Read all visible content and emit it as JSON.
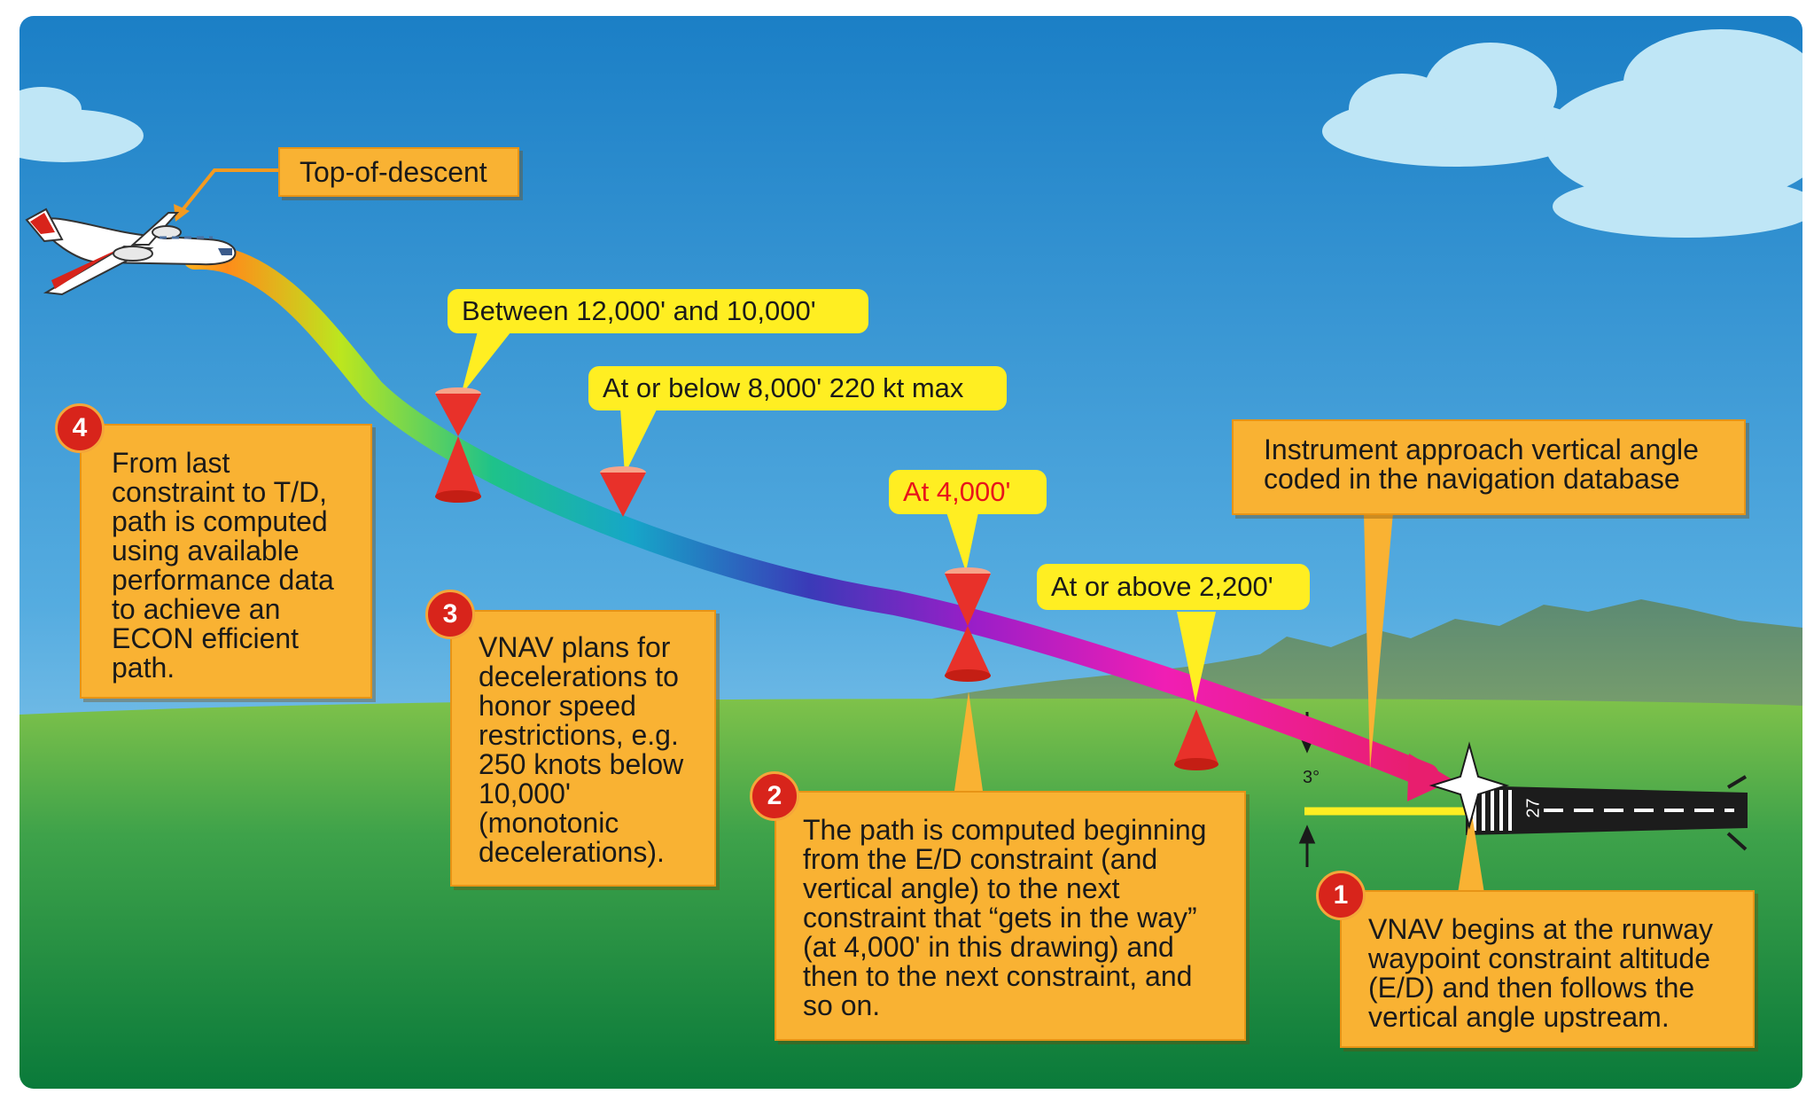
{
  "labels": {
    "top_of_descent": "Top-of-descent",
    "between": "Between 12,000' and 10,000'",
    "at_or_below": "At or below 8,000' 220 kt max",
    "at_4000": "At 4,000'",
    "at_or_above": "At or above 2,200'",
    "instrument_angle": [
      "Instrument approach vertical angle",
      "coded in the navigation database"
    ],
    "angle_marker": "3°",
    "runway_number": "27"
  },
  "notes": [
    {
      "num": "4",
      "lines": [
        "From last",
        "constraint to T/D,",
        "path is computed",
        "using available",
        "performance data",
        "to achieve an",
        "ECON efficient",
        "path."
      ]
    },
    {
      "num": "3",
      "lines": [
        "VNAV plans for",
        "decelerations to",
        "honor speed",
        "restrictions, e.g.",
        "250 knots below",
        "10,000'",
        "(monotonic",
        "decelerations)."
      ]
    },
    {
      "num": "2",
      "lines": [
        "The path is computed beginning",
        "from the E/D constraint (and",
        "vertical angle) to the next",
        "constraint that “gets in the way”",
        "(at 4,000' in this drawing) and",
        "then to the next constraint, and",
        "so on."
      ]
    },
    {
      "num": "1",
      "lines": [
        "VNAV begins at the runway",
        "waypoint constraint altitude",
        "(E/D) and then follows the",
        "vertical angle upstream."
      ]
    }
  ],
  "colors": {
    "callout_fill": "#f9b233",
    "yellow_label": "#ffee22",
    "number_badge": "#d8241b",
    "at_4000_text": "#e8141b",
    "constraint_cone": "#e8312a"
  },
  "icons": [
    "airplane-icon",
    "waypoint-star-icon",
    "constraint-cone-icon",
    "runway-icon",
    "cloud-icon"
  ]
}
